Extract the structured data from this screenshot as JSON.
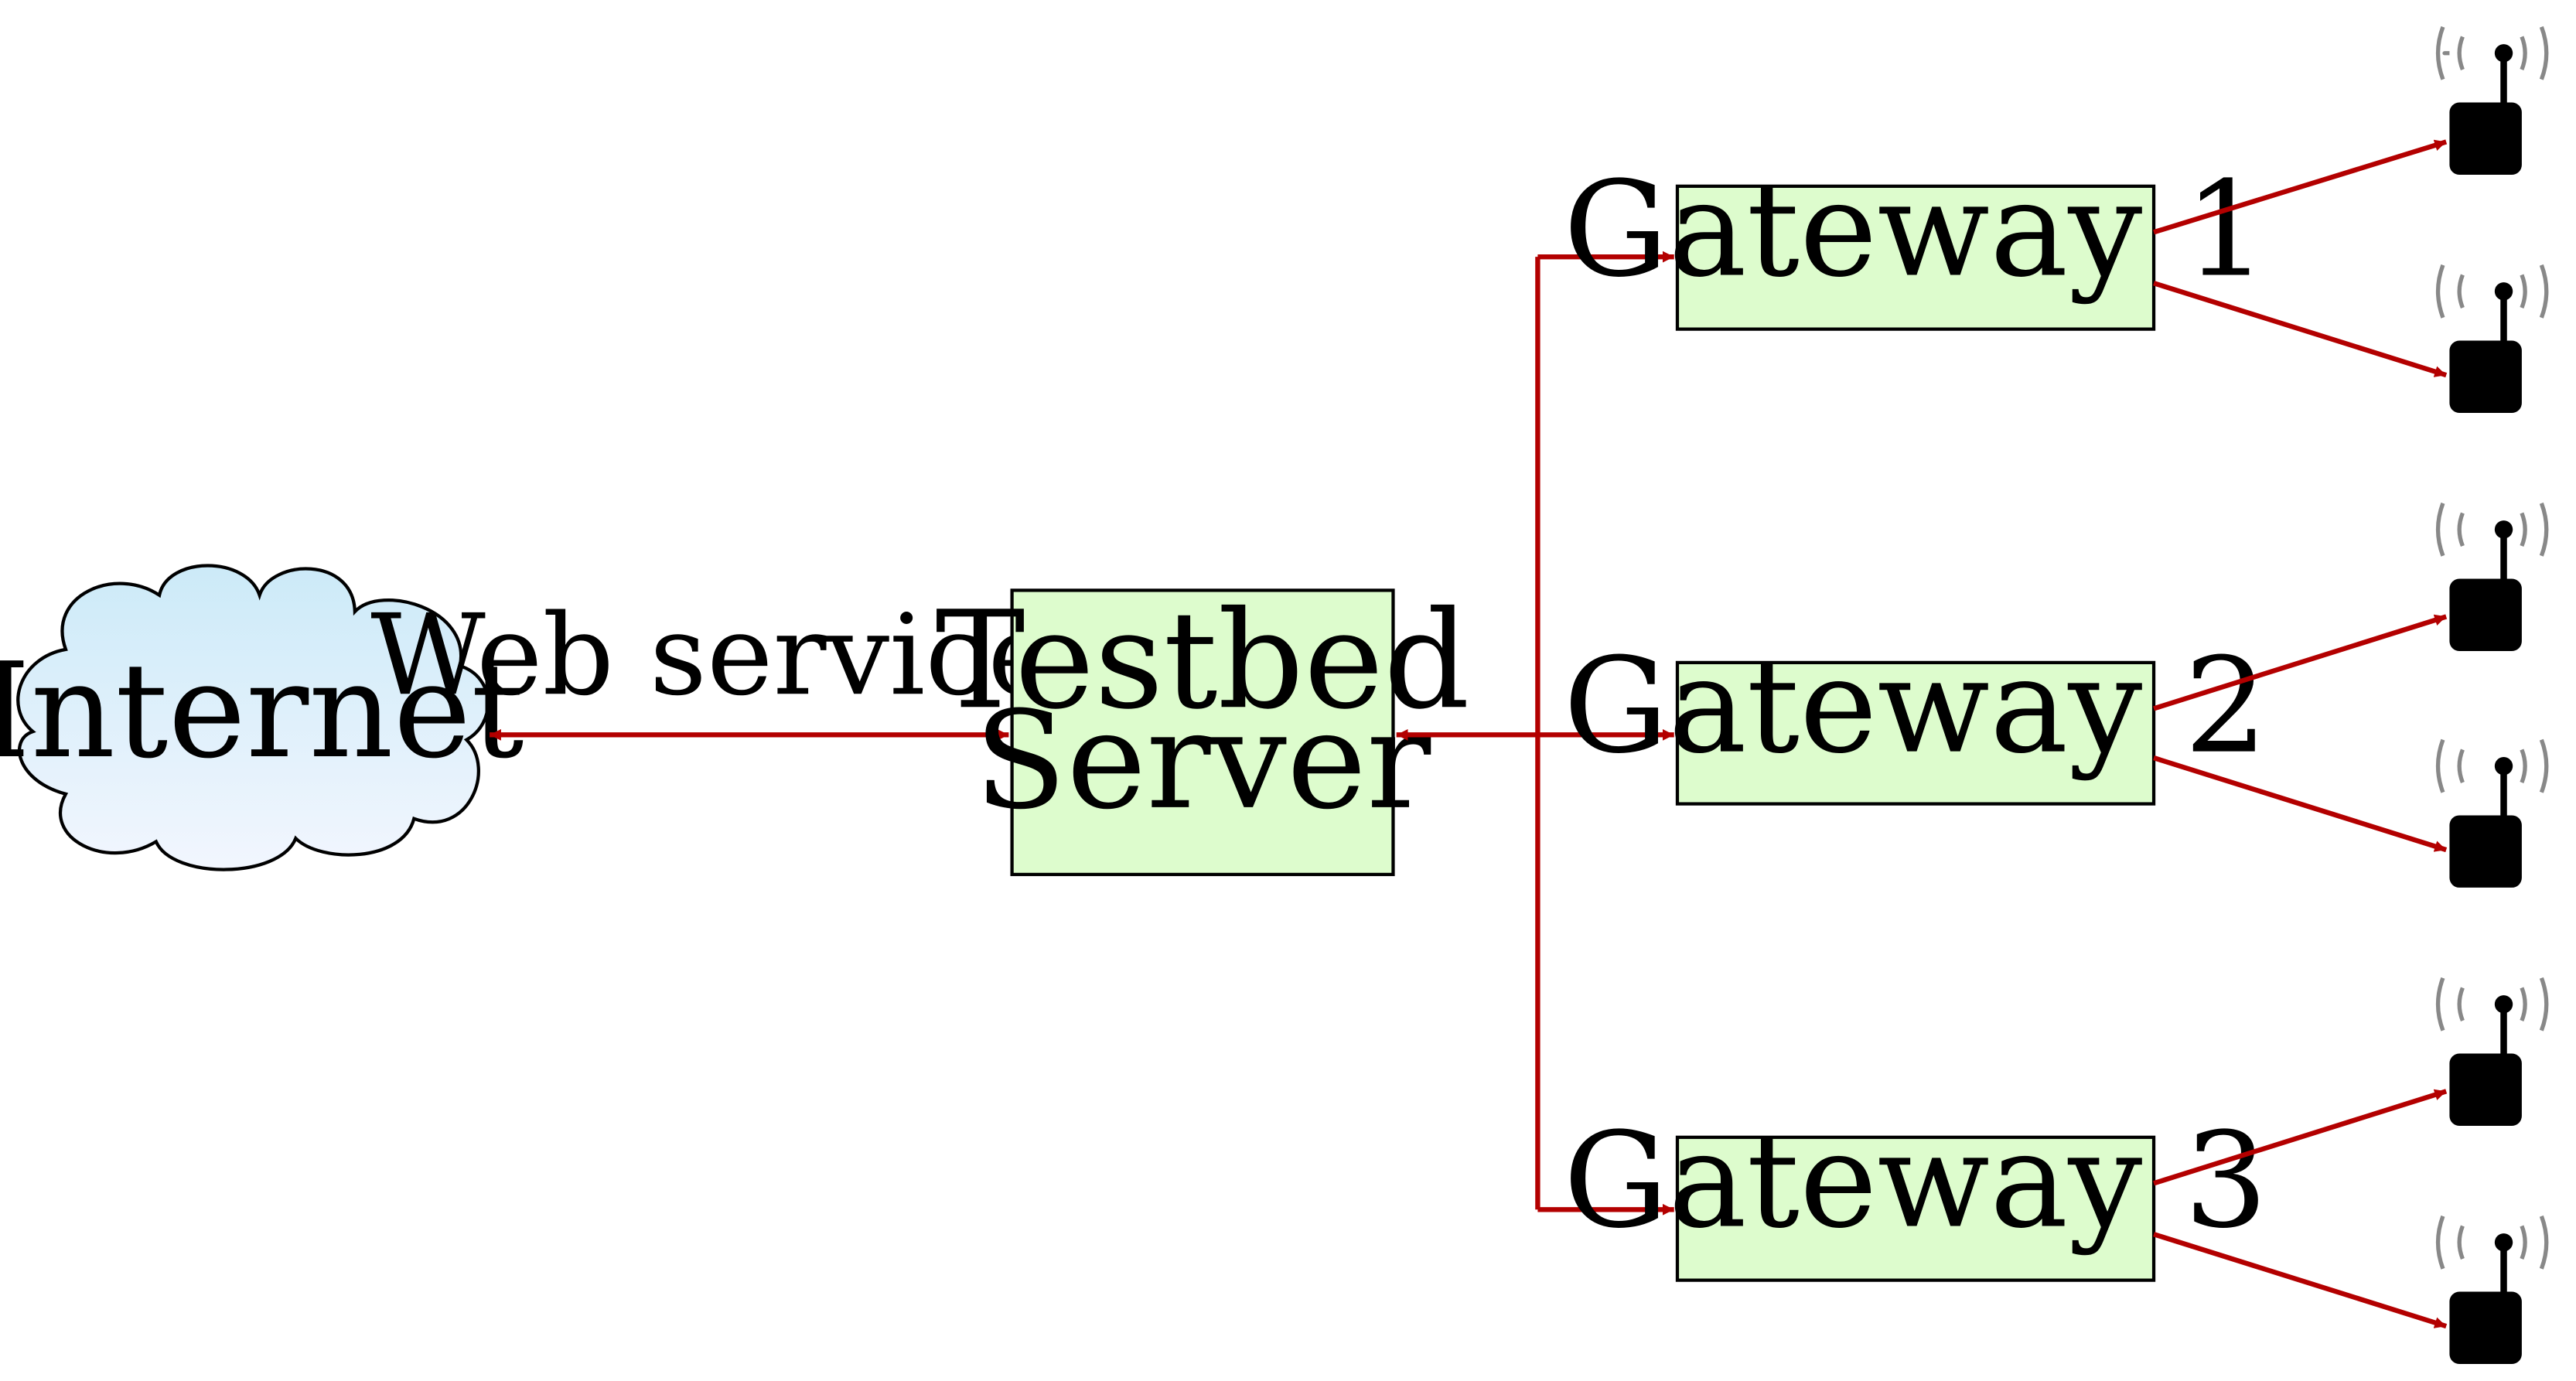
{
  "cloud": {
    "label": "Internet"
  },
  "server": {
    "line1": "Testbed",
    "line2": "Server"
  },
  "edge_label": "Web services",
  "gateways": [
    {
      "label": "Gateway 1"
    },
    {
      "label": "Gateway 2"
    },
    {
      "label": "Gateway 3"
    }
  ],
  "colors": {
    "arrow": "#b30000",
    "box_fill": "#ddfccd",
    "cloud_top": "#cceaf8",
    "cloud_bottom": "#f2f6fe",
    "device": "#000000",
    "signal": "#888888"
  }
}
